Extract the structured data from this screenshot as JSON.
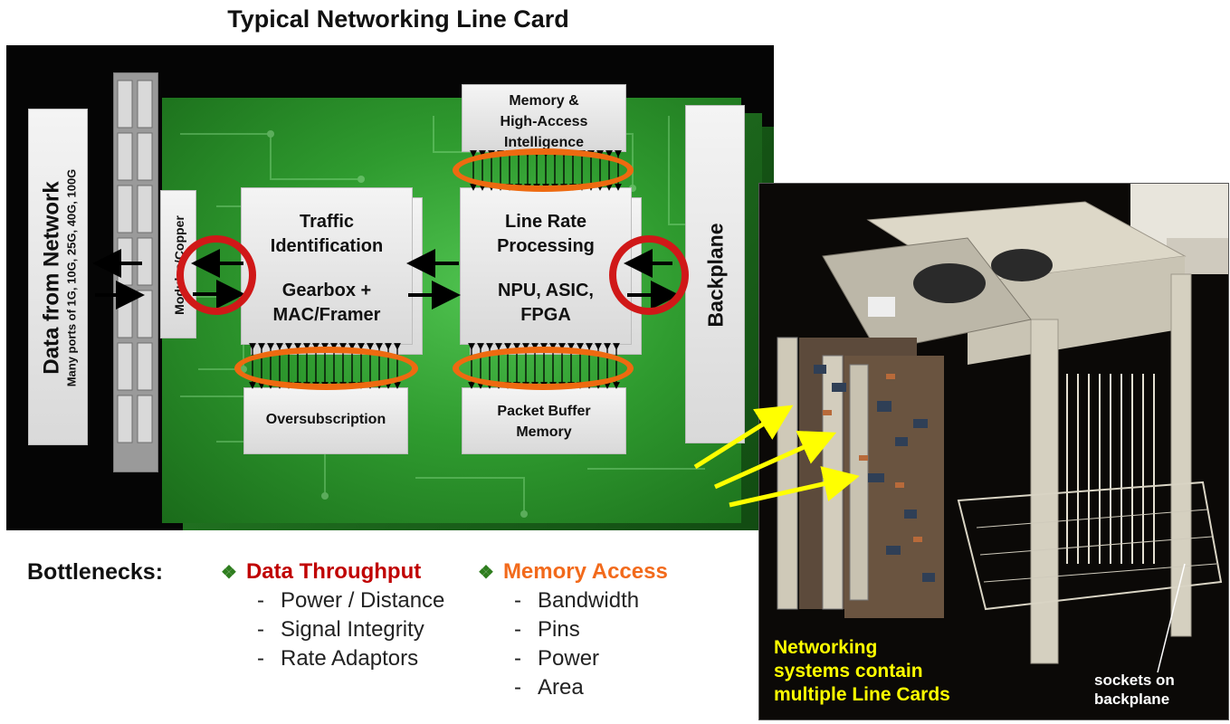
{
  "title": "Typical Networking Line Card",
  "line_card": {
    "data_from_network": "Data from Network",
    "ports_note": "Many ports of 1G, 10G, 25G, 40G, 100G",
    "modules_label": "Modules/Copper",
    "traffic_box": {
      "line1": "Traffic",
      "line2": "Identification",
      "line3": "Gearbox +",
      "line4": "MAC/Framer"
    },
    "line_rate_box": {
      "line1": "Line Rate",
      "line2": "Processing",
      "line3": "NPU, ASIC,",
      "line4": "FPGA"
    },
    "memory_box": {
      "line1": "Memory &",
      "line2": "High-Access",
      "line3": "Intelligence"
    },
    "oversubscription": "Oversubscription",
    "packet_buffer": {
      "line1": "Packet Buffer",
      "line2": "Memory"
    },
    "backplane": "Backplane"
  },
  "bottlenecks": {
    "label": "Bottlenecks:",
    "groups": [
      {
        "title": "Data Throughput",
        "color": "#c00000",
        "items": [
          "Power / Distance",
          "Signal Integrity",
          "Rate Adaptors"
        ]
      },
      {
        "title": "Memory Access",
        "color": "#f26a1b",
        "items": [
          "Bandwidth",
          "Pins",
          "Power",
          "Area"
        ]
      }
    ],
    "bullet": "❖"
  },
  "photo": {
    "caption_lines": [
      "Networking",
      "systems contain",
      "multiple Line Cards"
    ],
    "sockets_lines": [
      "sockets on",
      "backplane"
    ]
  },
  "colors": {
    "ring_red": "#d01818",
    "ring_orange": "#ee6a10",
    "pcb_green": "#2f9b2f",
    "arrow_yellow": "#ffff00"
  }
}
